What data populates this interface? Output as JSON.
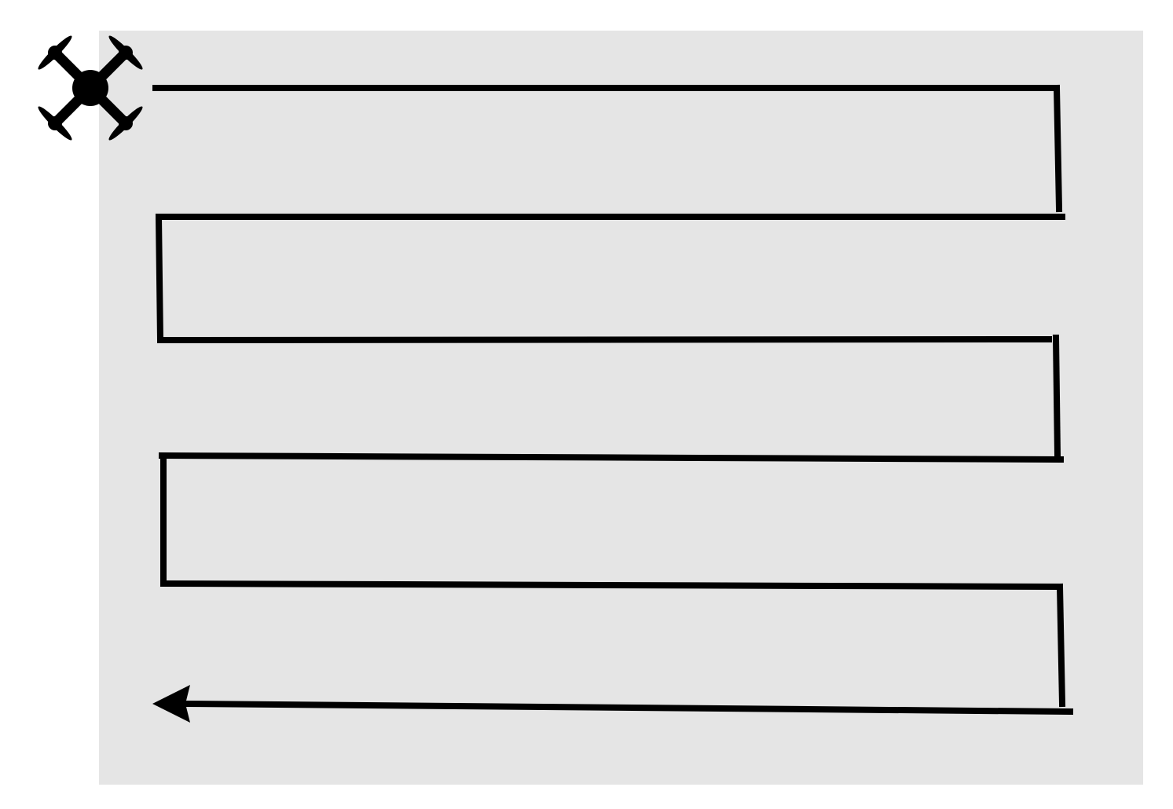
{
  "diagram": {
    "type": "flight-path",
    "pattern": "lawnmower-sweep",
    "sweep_passes": 6,
    "start_direction": "right",
    "end_direction": "left",
    "colors": {
      "background": "#ffffff",
      "survey_area": "#e5e5e5",
      "path": "#000000",
      "drone": "#000000"
    },
    "icons": {
      "start": "drone-icon",
      "end": "arrowhead-icon"
    }
  }
}
